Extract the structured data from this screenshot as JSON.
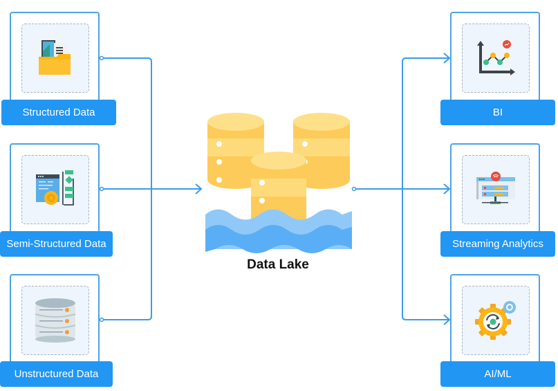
{
  "diagram": {
    "center": {
      "title": "Data Lake",
      "icon": "data-lake-icon"
    },
    "sources": [
      {
        "label": "Structured Data",
        "icon": "folder-files-icon"
      },
      {
        "label": "Semi-Structured Data",
        "icon": "flowchart-window-icon"
      },
      {
        "label": "Unstructured Data",
        "icon": "database-server-icon"
      }
    ],
    "consumers": [
      {
        "label": "BI",
        "icon": "line-chart-icon"
      },
      {
        "label": "Streaming Analytics",
        "icon": "streaming-server-icon"
      },
      {
        "label": "AI/ML",
        "icon": "gear-sync-icon"
      }
    ],
    "colors": {
      "accent": "#2196f3",
      "connector": "#3b9be6",
      "cylinder": "#fdd26b",
      "water": "#64b5f6"
    }
  }
}
